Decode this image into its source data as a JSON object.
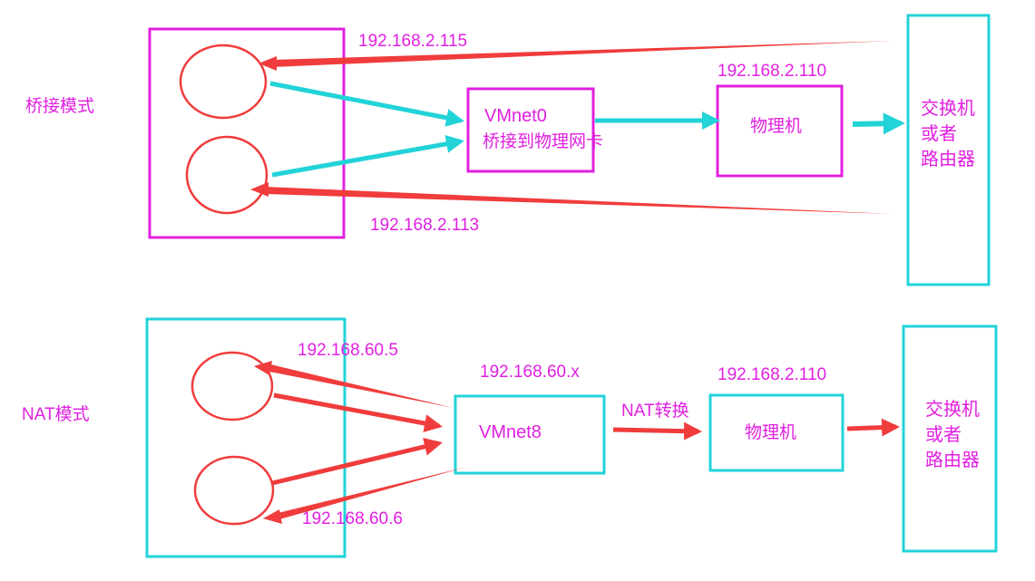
{
  "bridge": {
    "mode_label": "桥接模式",
    "ip_top": "192.168.2.115",
    "ip_bottom": "192.168.2.113",
    "vmnet_name": "VMnet0",
    "vmnet_desc": "桥接到物理网卡",
    "host_ip": "192.168.2.110",
    "host_label": "物理机",
    "switch_line1": "交换机",
    "switch_line2": "或者",
    "switch_line3": "路由器"
  },
  "nat": {
    "mode_label": "NAT模式",
    "ip_top": "192.168.60.5",
    "ip_bottom": "192.168.60.6",
    "vmnet_ip": "192.168.60.x",
    "vmnet_name": "VMnet8",
    "convert_label": "NAT转换",
    "host_ip": "192.168.2.110",
    "host_label": "物理机",
    "switch_line1": "交换机",
    "switch_line2": "或者",
    "switch_line3": "路由器"
  },
  "colors": {
    "magenta": "#e020e0",
    "cyan": "#22d3d8",
    "red": "#f03c3c"
  }
}
